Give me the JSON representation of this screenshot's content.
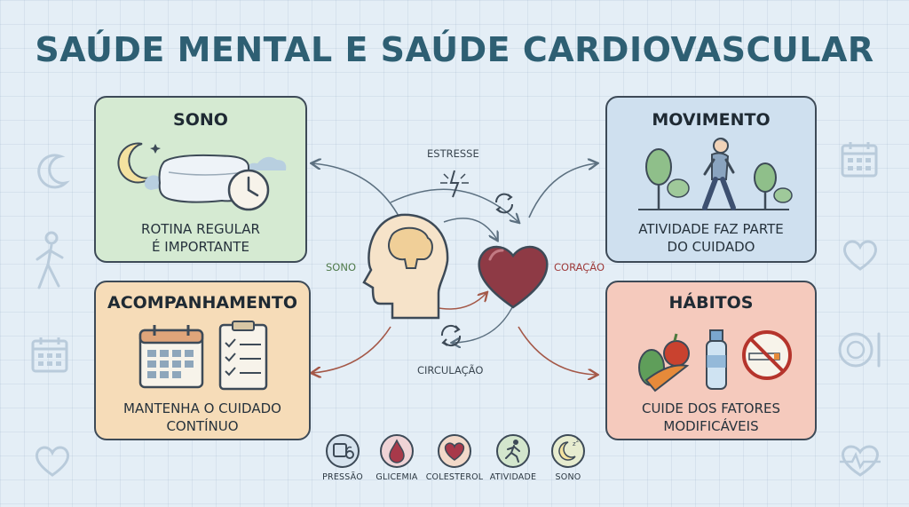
{
  "title": "SAÚDE MENTAL E SAÚDE CARDIOVASCULAR",
  "cards": {
    "sono": {
      "title": "SONO",
      "lines": [
        "ROTINA REGULAR",
        "É IMPORTANTE"
      ]
    },
    "movimento": {
      "title": "MOVIMENTO",
      "lines": [
        "ATIVIDADE FAZ PARTE",
        "DO CUIDADO"
      ]
    },
    "acompanhamento": {
      "title": "ACOMPANHAMENTO",
      "lines": [
        "MANTENHA O CUIDADO",
        "CONTÍNUO"
      ]
    },
    "habitos": {
      "title": "HÁBITOS",
      "lines": [
        "CUIDE DOS FATORES",
        "MODIFICÁVEIS"
      ]
    }
  },
  "center": {
    "estresse": "ESTRESSE",
    "sono": "SONO",
    "coracao": "CORAÇÃO",
    "circulacao": "CIRCULAÇÃO"
  },
  "bottom_icons": [
    {
      "label": "PRESSÃO",
      "icon": "blood-pressure-icon"
    },
    {
      "label": "GLICEMIA",
      "icon": "blood-drop-icon"
    },
    {
      "label": "COLESTEROL",
      "icon": "heart-icon"
    },
    {
      "label": "ATIVIDADE",
      "icon": "running-person-icon"
    },
    {
      "label": "SONO",
      "icon": "moon-sleep-icon"
    }
  ],
  "colors": {
    "title": "#2e5f73",
    "sono_card": "#d5ead2",
    "movimento_card": "#cfe0ef",
    "acompanhamento_card": "#f6dcb8",
    "habitos_card": "#f5cabd",
    "heart": "#8e3a45"
  }
}
